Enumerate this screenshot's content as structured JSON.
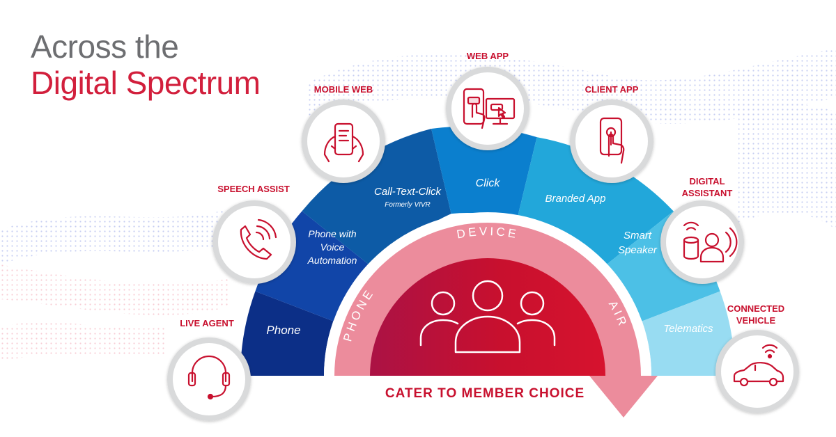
{
  "title": {
    "line1": "Across the",
    "line2": "Digital Spectrum"
  },
  "colors": {
    "accent": "#d21f3c",
    "title_gray": "#6d6e71",
    "seg_phone": "#0c2f87",
    "seg_voice": "#1145a8",
    "seg_calltextclick": "#0d5ba6",
    "seg_click": "#0b7fce",
    "seg_branded": "#22a7da",
    "seg_smart": "#4cc0e6",
    "seg_telematics": "#98dcf2",
    "arrow_pink": "#ec8c9c",
    "center_red": "#c8102e"
  },
  "segments": {
    "phone": "Phone",
    "voice_l1": "Phone with",
    "voice_l2": "Voice",
    "voice_l3": "Automation",
    "calltextclick": "Call-Text-Click",
    "calltextclick_sub": "Formerly VIVR",
    "click": "Click",
    "branded": "Branded App",
    "smart_l1": "Smart",
    "smart_l2": "Speaker",
    "telematics": "Telematics"
  },
  "channels": {
    "live_agent": "LIVE AGENT",
    "speech_assist": "SPEECH ASSIST",
    "mobile_web": "MOBILE WEB",
    "web_app": "WEB APP",
    "client_app": "CLIENT APP",
    "digital_assistant_l1": "DIGITAL",
    "digital_assistant_l2": "ASSISTANT",
    "connected_vehicle_l1": "CONNECTED",
    "connected_vehicle_l2": "VEHICLE"
  },
  "arc": {
    "phone": "PHONE",
    "device": "DEVICE",
    "air": "AIR"
  },
  "tagline": "CATER TO MEMBER CHOICE",
  "icons": [
    "headset-icon",
    "phone-handset-icon",
    "hands-phone-icon",
    "phone-monitor-icon",
    "touch-phone-icon",
    "smart-speaker-icon",
    "car-icon",
    "people-group-icon"
  ]
}
